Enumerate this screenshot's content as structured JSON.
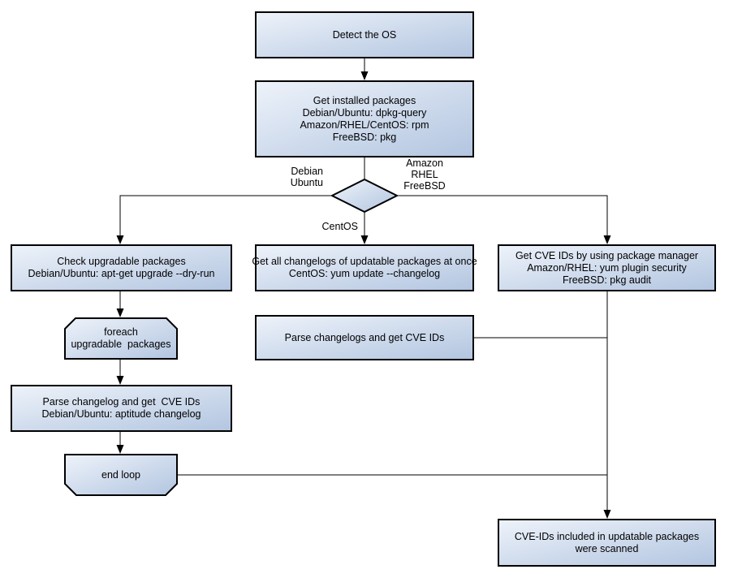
{
  "diagram": {
    "type": "flowchart",
    "background": "#ffffff"
  },
  "style": {
    "node_gradient_start": "#eef3fa",
    "node_gradient_end": "#b2c5e0",
    "node_border_color": "#000000",
    "connector_color": "#000000",
    "text_color": "#000000"
  },
  "nodes": {
    "detect_os": "Detect the OS",
    "get_installed_packages": "Get installed packages\nDebian/Ubuntu: dpkg-query\nAmazon/RHEL/CentOS: rpm\nFreeBSD: pkg",
    "check_upgradable": "Check upgradable packages\nDebian/Ubuntu: apt-get upgrade --dry-run",
    "foreach_loop": "foreach\nupgradable  packages",
    "parse_changelog_deb": "Parse changelog and get  CVE IDs\nDebian/Ubuntu: aptitude changelog",
    "end_loop": "end loop",
    "get_all_changelogs": "Get all changelogs of updatable packages at once\nCentOS: yum update --changelog",
    "parse_changelogs": "Parse changelogs and get CVE IDs",
    "get_cve_ids_pkg_manager": "Get CVE IDs by using package manager\nAmazon/RHEL: yum plugin security\nFreeBSD: pkg audit",
    "result_scanned": "CVE-IDs included in updatable packages\nwere scanned"
  },
  "edge_labels": {
    "branch_left": "Debian\nUbuntu",
    "branch_right": "Amazon\nRHEL\nFreeBSD",
    "branch_down": "CentOS"
  }
}
